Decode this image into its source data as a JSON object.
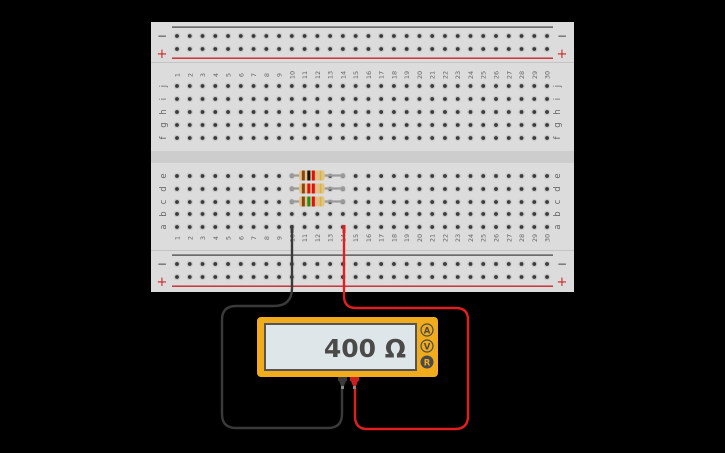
{
  "canvas": {
    "background": "#000000"
  },
  "breadboard": {
    "columns": 30,
    "column_labels": [
      "1",
      "2",
      "3",
      "4",
      "5",
      "6",
      "7",
      "8",
      "9",
      "10",
      "11",
      "12",
      "13",
      "14",
      "15",
      "16",
      "17",
      "18",
      "19",
      "20",
      "21",
      "22",
      "23",
      "24",
      "25",
      "26",
      "27",
      "28",
      "29",
      "30"
    ],
    "top_rows": [
      "j",
      "i",
      "h",
      "g",
      "f"
    ],
    "bottom_rows": [
      "e",
      "d",
      "c",
      "b",
      "a"
    ],
    "rail_minus_label": "−",
    "rail_plus_label": "+",
    "colors": {
      "board": "#dcdcdc",
      "hole": "#3a3a3a",
      "rail_minus_line": "#3c3c3c",
      "rail_plus_line": "#c8262b",
      "label": "#666666",
      "gap": "#cdcdcd"
    }
  },
  "resistors": [
    {
      "row": "e",
      "from_col": 10,
      "to_col": 14,
      "bands": [
        "#8b4513",
        "#111111",
        "#e01010",
        "#d4b83a"
      ]
    },
    {
      "row": "d",
      "from_col": 10,
      "to_col": 14,
      "bands": [
        "#8b4513",
        "#e01010",
        "#e01010",
        "#d4b83a"
      ]
    },
    {
      "row": "c",
      "from_col": 10,
      "to_col": 14,
      "bands": [
        "#8b4513",
        "#1a8f1a",
        "#e01010",
        "#d4b83a"
      ]
    }
  ],
  "wires": [
    {
      "name": "black-probe-wire",
      "color": "#3a3a3a",
      "from": "col 10 row a",
      "to": "multimeter COM"
    },
    {
      "name": "red-probe-wire",
      "color": "#e02020",
      "from": "col 14 row a",
      "to": "multimeter V/Ω"
    }
  ],
  "multimeter": {
    "reading": "400 Ω",
    "mode_buttons": [
      {
        "label": "A",
        "active": false
      },
      {
        "label": "V",
        "active": false
      },
      {
        "label": "R",
        "active": true
      }
    ],
    "colors": {
      "body": "#f0ac1c",
      "screen": "#dfe6ea",
      "screen_border": "#555555",
      "text": "#4a4a4a"
    }
  }
}
